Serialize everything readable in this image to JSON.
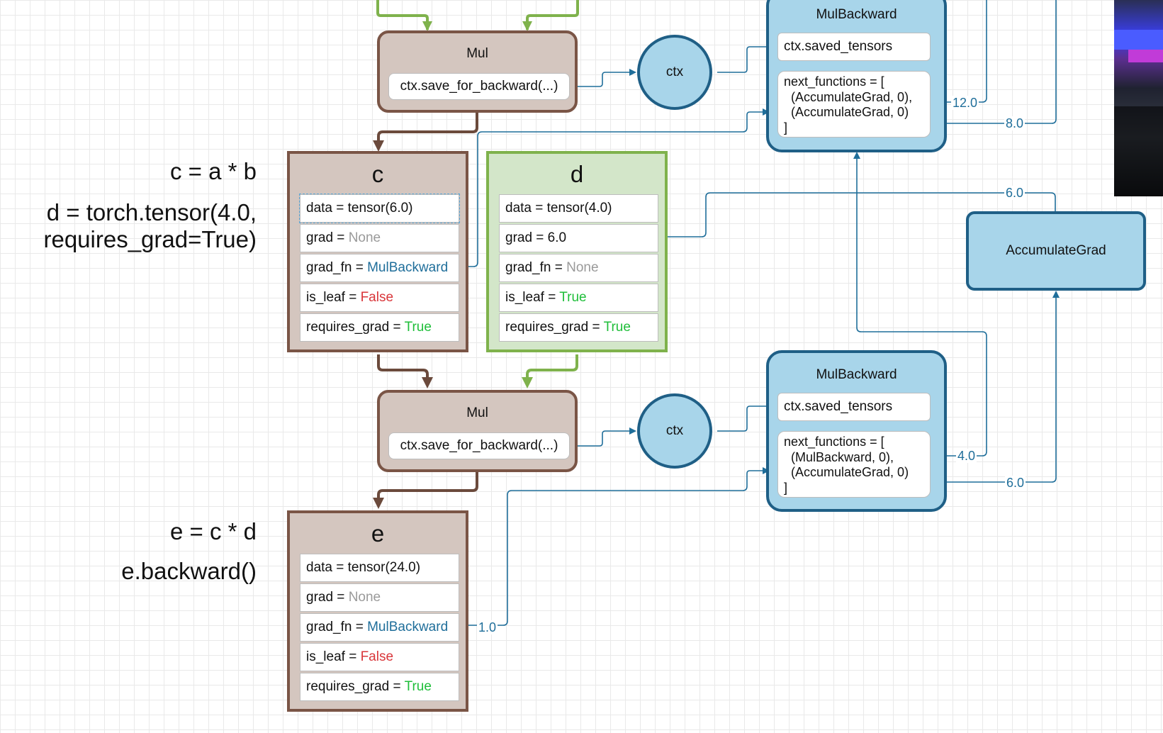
{
  "code": {
    "line1": "c = a * b",
    "line2": "d = torch.tensor(4.0,",
    "line3": "requires_grad=True)",
    "line4": "e = c * d",
    "line5": "e.backward()"
  },
  "mul_top": {
    "title": "Mul",
    "call": "ctx.save_for_backward(...)"
  },
  "mul_bottom": {
    "title": "Mul",
    "call": "ctx.save_for_backward(...)"
  },
  "ctx_top": {
    "label": "ctx"
  },
  "ctx_bottom": {
    "label": "ctx"
  },
  "tensor_c": {
    "title": "c",
    "data": "data = tensor(6.0)",
    "grad_key": "grad = ",
    "grad_val": "None",
    "grad_fn_key": "grad_fn = ",
    "grad_fn_val": "MulBackward",
    "is_leaf_key": "is_leaf = ",
    "is_leaf_val": "False",
    "requires_grad_key": "requires_grad = ",
    "requires_grad_val": "True"
  },
  "tensor_d": {
    "title": "d",
    "data": "data = tensor(4.0)",
    "grad": "grad = 6.0",
    "grad_fn_key": "grad_fn = ",
    "grad_fn_val": "None",
    "is_leaf_key": "is_leaf = ",
    "is_leaf_val": "True",
    "requires_grad_key": "requires_grad = ",
    "requires_grad_val": "True"
  },
  "tensor_e": {
    "title": "e",
    "data": "data = tensor(24.0)",
    "grad_key": "grad = ",
    "grad_val": "None",
    "grad_fn_key": "grad_fn = ",
    "grad_fn_val": "MulBackward",
    "is_leaf_key": "is_leaf = ",
    "is_leaf_val": "False",
    "requires_grad_key": "requires_grad = ",
    "requires_grad_val": "True"
  },
  "mulbackward_top": {
    "title": "MulBackward",
    "saved": "ctx.saved_tensors",
    "next": "next_functions = [\n  (AccumulateGrad, 0),\n  (AccumulateGrad, 0)\n]"
  },
  "mulbackward_bottom": {
    "title": "MulBackward",
    "saved": "ctx.saved_tensors",
    "next": "next_functions = [\n  (MulBackward, 0),\n  (AccumulateGrad, 0)\n]"
  },
  "accumulate_grad": {
    "label": "AccumulateGrad"
  },
  "edge_labels": {
    "top_out1": "12.0",
    "top_out2": "8.0",
    "acc_in": "6.0",
    "bottom_out1": "4.0",
    "bottom_out2": "6.0",
    "e_grad": "1.0"
  },
  "colors": {
    "tensor_brown": "#7a5546",
    "tensor_fill": "#d4c6bf",
    "leaf_green": "#7fb24c",
    "leaf_fill": "#d3e6c9",
    "backward_blue": "#1f5f86",
    "backward_fill": "#a8d5ea",
    "edge_blue": "#1f6e9a",
    "false_red": "#d9363a",
    "true_green": "#1fbe3a"
  }
}
